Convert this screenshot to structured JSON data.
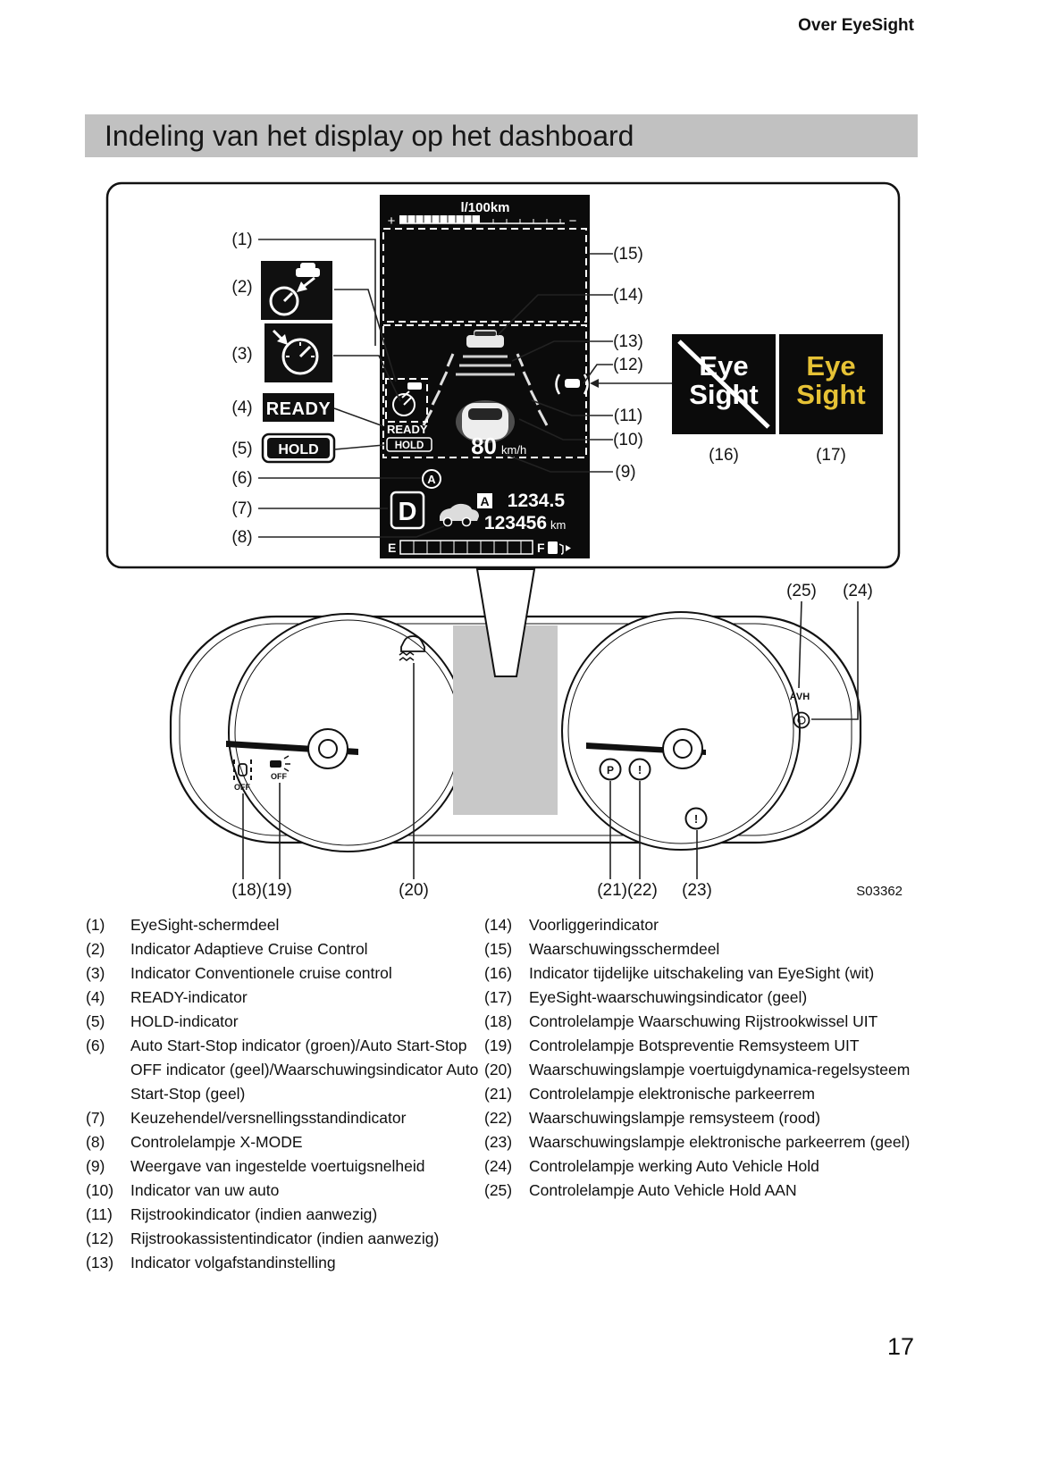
{
  "header": {
    "right_text": "Over EyeSight"
  },
  "title": "Indeling van het display op het dashboard",
  "page_number": "17",
  "figure_code": "S03362",
  "colors": {
    "title_bar_gray": "#c1c1c1",
    "eyesight_yellow": "#e6c235",
    "display_black": "#0b0b0b",
    "cluster_screen_gray": "#c8c8c8"
  },
  "display": {
    "econ_label": "l/100km",
    "plus": "+",
    "minus": "−",
    "ready_small": "READY",
    "hold_small": "HOLD",
    "speed": "80",
    "speed_unit": "km/h",
    "auto_a": "A",
    "gear": "D",
    "trip_label": "A",
    "trip_value": "1234.5",
    "odo_value": "123456",
    "odo_unit": "km",
    "fuel_e": "E",
    "fuel_f": "F"
  },
  "side_labels": {
    "ready": "READY",
    "hold": "HOLD"
  },
  "eyesight": {
    "line1": "Eye",
    "line2": "Sight"
  },
  "cluster": {
    "avh": "AVH",
    "park": "P",
    "excl": "!",
    "off": "OFF"
  },
  "callouts": {
    "c1": "(1)",
    "c2": "(2)",
    "c3": "(3)",
    "c4": "(4)",
    "c5": "(5)",
    "c6": "(6)",
    "c7": "(7)",
    "c8": "(8)",
    "c9": "(9)",
    "c10": "(10)",
    "c11": "(11)",
    "c12": "(12)",
    "c13": "(13)",
    "c14": "(14)",
    "c15": "(15)",
    "c16": "(16)",
    "c17": "(17)",
    "c18_19": "(18)(19)",
    "c20": "(20)",
    "c21_22": "(21)(22)",
    "c23": "(23)",
    "c24": "(24)",
    "c25": "(25)"
  },
  "legend": {
    "left": [
      {
        "num": "(1)",
        "text": "EyeSight-schermdeel"
      },
      {
        "num": "(2)",
        "text": "Indicator Adaptieve Cruise Control"
      },
      {
        "num": "(3)",
        "text": "Indicator Conventionele cruise control"
      },
      {
        "num": "(4)",
        "text": "READY-indicator"
      },
      {
        "num": "(5)",
        "text": "HOLD-indicator"
      },
      {
        "num": "(6)",
        "text": "Auto Start-Stop indicator (groen)/Auto Start-Stop OFF indicator (geel)/Waarschuwingsindicator Auto Start-Stop (geel)"
      },
      {
        "num": "(7)",
        "text": "Keuzehendel/versnellingsstandindicator"
      },
      {
        "num": "(8)",
        "text": "Controlelampje X-MODE"
      },
      {
        "num": "(9)",
        "text": "Weergave van ingestelde voertuigsnelheid"
      },
      {
        "num": "(10)",
        "text": "Indicator van uw auto"
      },
      {
        "num": "(11)",
        "text": "Rijstrookindicator (indien aanwezig)"
      },
      {
        "num": "(12)",
        "text": "Rijstrookassistentindicator (indien aanwezig)"
      },
      {
        "num": "(13)",
        "text": "Indicator volgafstandinstelling"
      }
    ],
    "right": [
      {
        "num": "(14)",
        "text": "Voorliggerindicator"
      },
      {
        "num": "(15)",
        "text": "Waarschuwingsschermdeel"
      },
      {
        "num": "(16)",
        "text": "Indicator tijdelijke uitschakeling van EyeSight (wit)"
      },
      {
        "num": "(17)",
        "text": "EyeSight-waarschuwingsindicator (geel)"
      },
      {
        "num": "(18)",
        "text": "Controlelampje Waarschuwing Rijstrookwissel UIT"
      },
      {
        "num": "(19)",
        "text": "Controlelampje Botspreventie Remsysteem UIT"
      },
      {
        "num": "(20)",
        "text": "Waarschuwingslampje voertuigdynamica-regelsysteem"
      },
      {
        "num": "(21)",
        "text": "Controlelampje elektronische parkeerrem"
      },
      {
        "num": "(22)",
        "text": "Waarschuwingslampje remsysteem (rood)"
      },
      {
        "num": "(23)",
        "text": "Waarschuwingslampje elektronische parkeerrem (geel)"
      },
      {
        "num": "(24)",
        "text": "Controlelampje werking Auto Vehicle Hold"
      },
      {
        "num": "(25)",
        "text": "Controlelampje Auto Vehicle Hold AAN"
      }
    ]
  }
}
